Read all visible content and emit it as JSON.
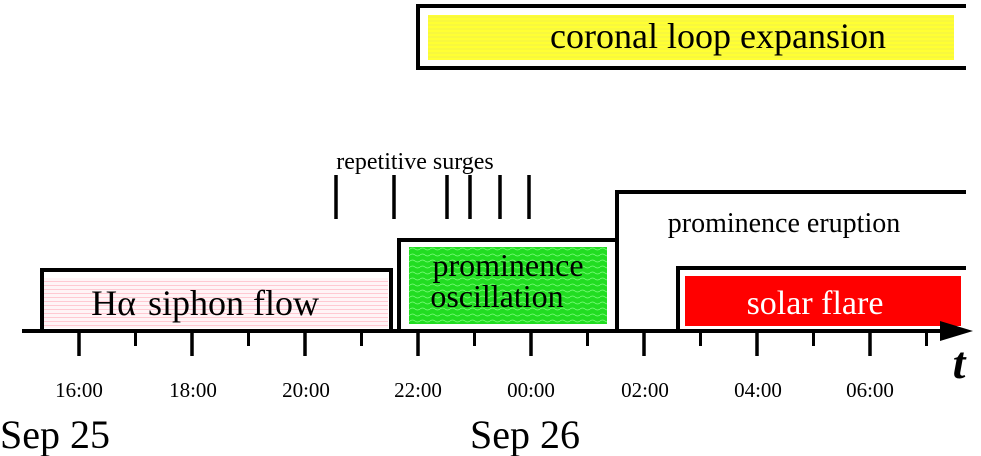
{
  "events": {
    "coronal_loop_expansion": "coronal loop expansion",
    "repetitive_surges": "repetitive surges",
    "prominence_eruption": "prominence eruption",
    "prominence_oscillation_line1": "prominence",
    "prominence_oscillation_line2": "oscillation",
    "solar_flare": "solar flare",
    "siphon_flow_prefix": "H",
    "siphon_flow_alpha": "α",
    "siphon_flow_suffix": "siphon flow"
  },
  "axis": {
    "symbol": "t",
    "tick_labels": [
      "16:00",
      "18:00",
      "20:00",
      "22:00",
      "00:00",
      "02:00",
      "04:00",
      "06:00"
    ],
    "date_labels": [
      "Sep 25",
      "Sep 26"
    ]
  },
  "colors": {
    "coronal_fill": "#ffff33",
    "oscillation_fill": "#22dd22",
    "flare_fill": "#ff0000",
    "siphon_fill": "#ffe6ea",
    "line": "#000000"
  }
}
